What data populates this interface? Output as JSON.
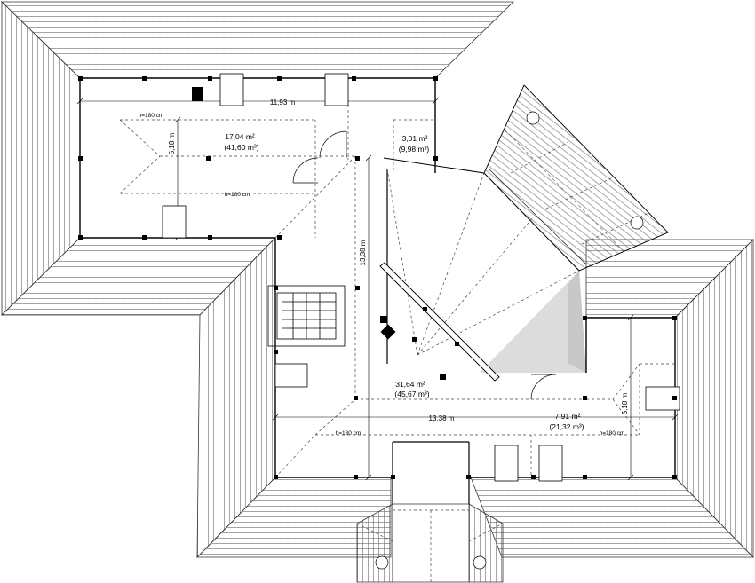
{
  "rooms": [
    {
      "id": "attic-north",
      "area": "17,04 m²",
      "volume": "(41,60 m³)"
    },
    {
      "id": "attic-nook",
      "area": "3,01 m²",
      "volume": "(9,98 m³)"
    },
    {
      "id": "attic-main",
      "area": "31,64 m²",
      "volume": "(45,67 m³)"
    },
    {
      "id": "attic-east",
      "area": "7,91 m²",
      "volume": "(21,32 m³)"
    }
  ],
  "dimensions": {
    "north_width": "11,93 m",
    "north_depth": "5,18 m",
    "south_width": "13,38 m",
    "east_depth": "5,18 m",
    "vertical": "13,38 m"
  },
  "heights": {
    "north_top": "h=180 cm",
    "north_bottom": "h=180 cm",
    "south_left": "h=180 cm",
    "south_right": "h=180 cm"
  },
  "colors": {
    "line": "#000000",
    "roof": "#555555",
    "shade": "#d9d9d9"
  }
}
